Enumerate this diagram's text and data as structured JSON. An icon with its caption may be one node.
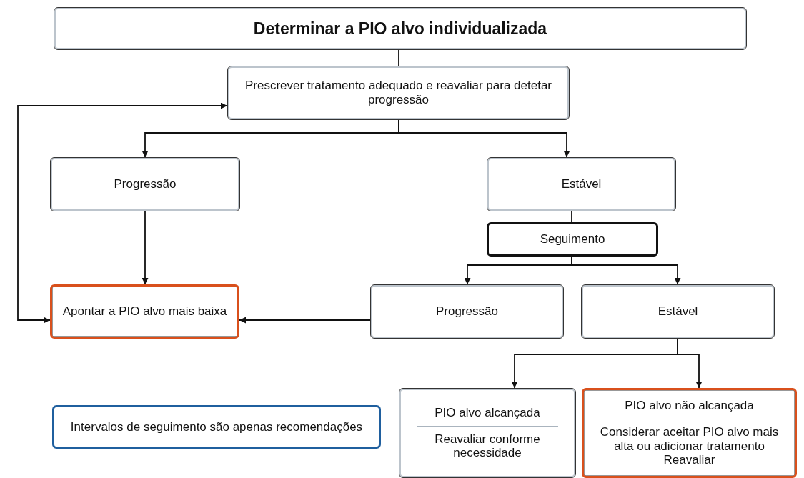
{
  "diagram": {
    "nodes": [
      {
        "text": [
          "Determinar a PIO alvo individualizada"
        ]
      },
      {
        "text": [
          "Prescrever tratamento adequado e reavaliar para detetar progressão"
        ]
      },
      {
        "text": [
          "Progressão"
        ]
      },
      {
        "text": [
          "Estável"
        ]
      },
      {
        "text": [
          "Seguimento"
        ]
      },
      {
        "text": [
          "Apontar a PIO alvo mais baixa"
        ]
      },
      {
        "text": [
          "Progressão"
        ]
      },
      {
        "text": [
          "Estável"
        ]
      },
      {
        "text": [
          "Intervalos de seguimento são apenas recomendações"
        ]
      },
      {
        "text": [
          "PIO alvo alcançada",
          "Reavaliar conforme necessidade"
        ]
      },
      {
        "text": [
          "PIO alvo não alcançada",
          "Considerar aceitar PIO alvo mais alta ou adicionar tratamento",
          "Reavaliar"
        ]
      }
    ],
    "edges": [
      {
        "from": 0,
        "to": 1,
        "arrow": "none"
      },
      {
        "from": 1,
        "to": 2,
        "arrow": "to"
      },
      {
        "from": 1,
        "to": 3,
        "arrow": "to"
      },
      {
        "from": 2,
        "to": 5,
        "arrow": "to"
      },
      {
        "from": 3,
        "to": 4,
        "arrow": "none"
      },
      {
        "from": 4,
        "to": 6,
        "arrow": "to"
      },
      {
        "from": 4,
        "to": 7,
        "arrow": "to"
      },
      {
        "from": 6,
        "to": 5,
        "arrow": "to"
      },
      {
        "from": 7,
        "to": 9,
        "arrow": "to"
      },
      {
        "from": 7,
        "to": 10,
        "arrow": "to"
      },
      {
        "from": 5,
        "to": 1,
        "arrow": "both"
      }
    ]
  }
}
